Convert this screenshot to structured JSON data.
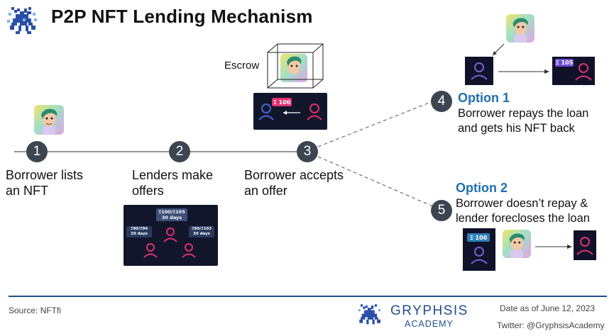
{
  "title": "P2P NFT Lending Mechanism",
  "steps": [
    {
      "number": "1",
      "label_line1": "Borrower lists",
      "label_line2": "an NFT"
    },
    {
      "number": "2",
      "label_line1": "Lenders make",
      "label_line2": "offers"
    },
    {
      "number": "3",
      "label_line1": "Borrower accepts",
      "label_line2": "an offer"
    }
  ],
  "escrow": {
    "label": "Escrow",
    "badge": "Ξ 100"
  },
  "offers_panel": {
    "badge_top": "Ξ100/Ξ105",
    "badge_top_sub": "30 days",
    "badge_left": "Ξ90/Ξ94",
    "badge_left_sub": "20 days",
    "badge_right": "Ξ90/Ξ103",
    "badge_right_sub": "30 days"
  },
  "option1": {
    "number": "4",
    "title": "Option 1",
    "desc_line1": "Borrower repays the loan",
    "desc_line2": "and gets his NFT back",
    "badge": "Ξ 105"
  },
  "option2": {
    "number": "5",
    "title": "Option 2",
    "desc_line1": "Borrower doesn’t repay &",
    "desc_line2": "lender forecloses the loan",
    "badge": "Ξ 100"
  },
  "footer": {
    "source": "Source: NFTfi",
    "brand": "GRYPHSIS",
    "brand_sub": "ACADEMY",
    "date": "Date as of June 12, 2023",
    "twitter": "Twitter: @GryphsisAcademy"
  },
  "colors": {
    "node": "#3c4650",
    "option_title": "#1f6fb2",
    "panel": "#12162b",
    "avatar_blue": "#4b62d6",
    "avatar_pink": "#e0306e",
    "brand": "#1f4f8f"
  }
}
